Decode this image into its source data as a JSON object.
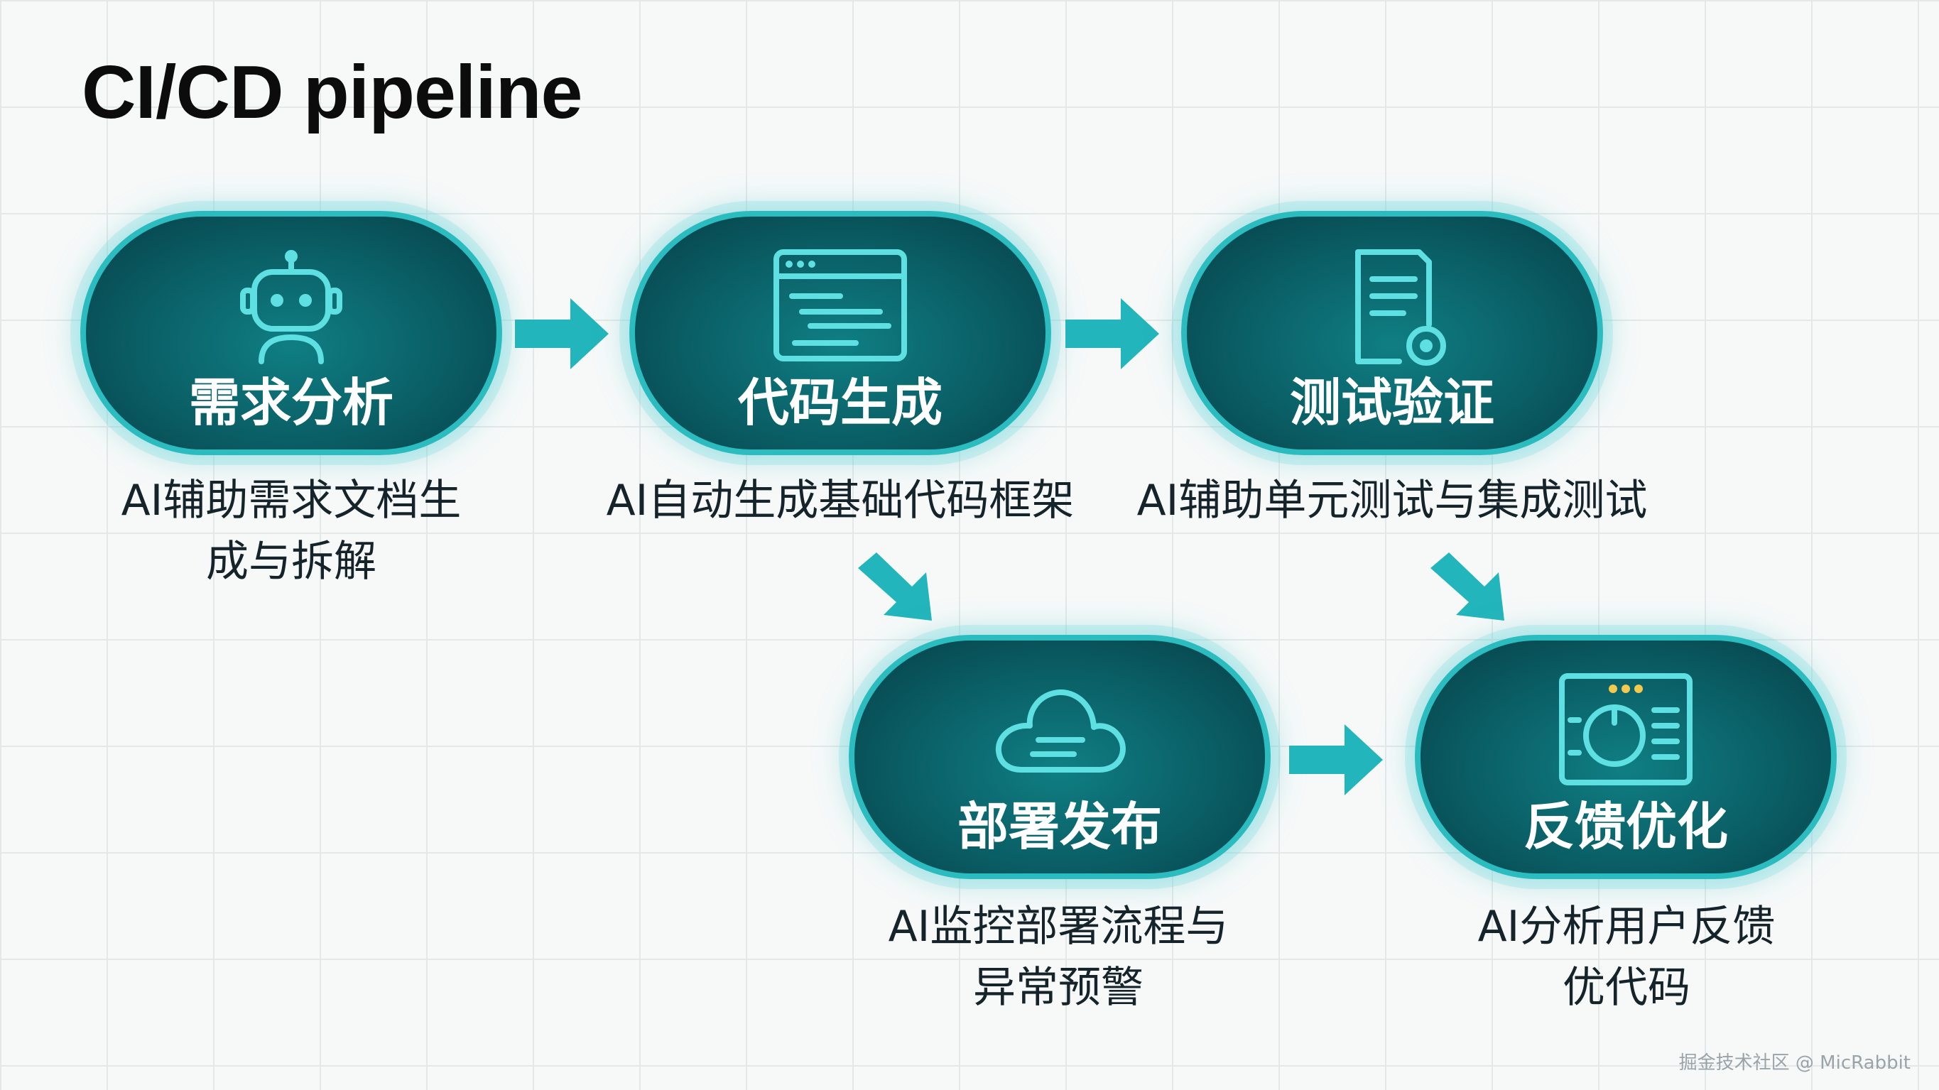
{
  "title": "CI/CD pipeline",
  "steps": [
    {
      "label": "需求分析",
      "icon": "robot-icon",
      "desc": "AI辅助需求文档生\n成与拆解"
    },
    {
      "label": "代码生成",
      "icon": "code-window-icon",
      "desc": "AI自动生成基础代码框架"
    },
    {
      "label": "测试验证",
      "icon": "test-document-icon",
      "desc": "AI辅助单元测试与集成测试"
    },
    {
      "label": "部署发布",
      "icon": "cloud-icon",
      "desc": "AI监控部署流程与\n异常预警"
    },
    {
      "label": "反馈优化",
      "icon": "dashboard-icon",
      "desc": "AI分析用户反馈\n优代码"
    }
  ],
  "watermark": "掘金技术社区 @ MicRabbit",
  "colors": {
    "node_fill": "#0a5d64",
    "node_border": "#2bbcc0",
    "arrow": "#22b5bb",
    "icon_stroke": "#5ee0e2",
    "icon_dots": "#f2c94c"
  }
}
